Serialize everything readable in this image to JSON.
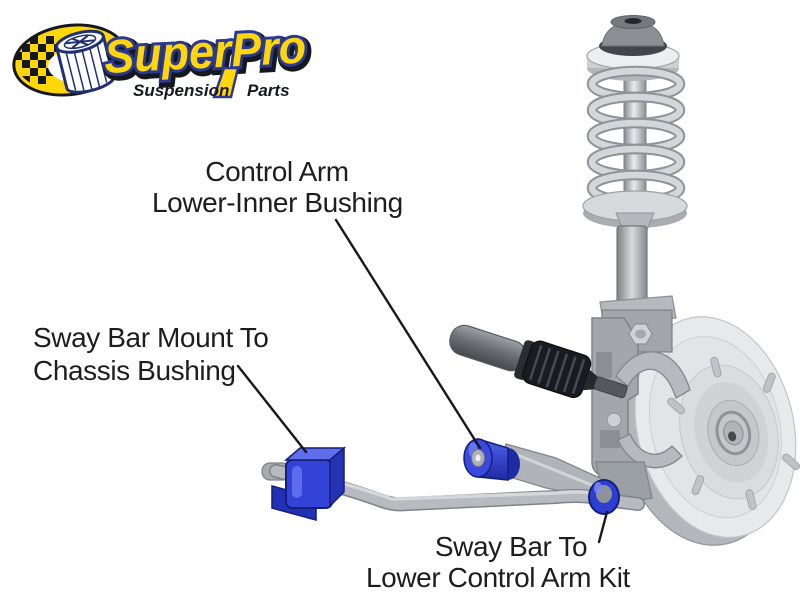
{
  "page": {
    "background_color": "#ffffff"
  },
  "logo": {
    "brand": "SuperPro",
    "tagline": "Suspension Parts",
    "tagline_words": [
      "Suspension",
      "Parts"
    ],
    "colors": {
      "brand_yellow": "#ffd60a",
      "brand_blue": "#2b3990",
      "dark_outline": "#15181e"
    }
  },
  "annotations": {
    "control_arm_bushing": {
      "line1": "Control Arm",
      "line2": "Lower-Inner Bushing"
    },
    "sway_bar_mount": {
      "line1": "Sway Bar Mount To",
      "line2": "Chassis Bushing"
    },
    "sway_bar_link": {
      "line1": "Sway Bar To",
      "line2": "Lower Control Arm Kit"
    }
  },
  "illustration": {
    "highlight_bushing_color": "#3343d8",
    "metal_light": "#e7e9eb",
    "metal_mid": "#b4b7bb",
    "metal_dark": "#7d8186",
    "leader_line_color": "#17181c"
  }
}
